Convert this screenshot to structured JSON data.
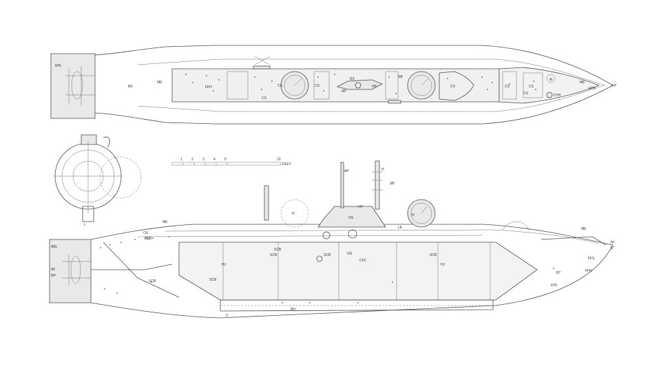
{
  "scale": {
    "ticks": [
      "1",
      "2",
      "3",
      "4",
      "5",
      "10"
    ],
    "unit": "FEET"
  },
  "top_view": {
    "labels": [
      "RPL",
      "BE",
      "ME",
      "FFH",
      "CS",
      "CS",
      "BS",
      "HP",
      "AP",
      "SB",
      "CS",
      "CS",
      "CS",
      "CS",
      "IE",
      "ME",
      "FFH",
      "FP",
      "DTH",
      "CS"
    ]
  },
  "section_view": {
    "labels": [
      "L"
    ]
  },
  "side_view": {
    "labels": [
      "AP",
      "IT",
      "SB",
      "HP",
      "H",
      "OS",
      "LE",
      "H",
      "ME",
      "TP",
      "ST",
      "FFS",
      "FFH",
      "BT",
      "FFK",
      "ME",
      "DE",
      "SCB",
      "SCB",
      "OS",
      "CFC",
      "SCB",
      "SCB",
      "SCB",
      "BH",
      "ABL",
      "AF",
      "RP",
      "SCB",
      "HJ",
      "HJ",
      "SCB",
      "OS",
      "C"
    ]
  }
}
